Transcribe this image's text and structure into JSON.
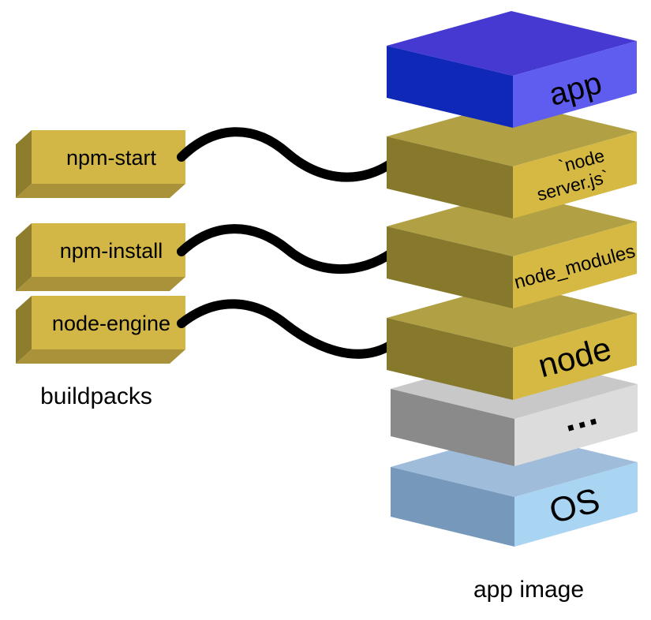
{
  "diagram": {
    "background": "#ffffff",
    "text_color": "#000000",
    "buildpacks": {
      "caption": "buildpacks",
      "colors": {
        "front": "#d2b747",
        "side": "#8f7d2e",
        "bottom": "#a9923a"
      },
      "items": [
        {
          "label": "npm-start"
        },
        {
          "label": "npm-install"
        },
        {
          "label": "node-engine"
        }
      ]
    },
    "connectors": {
      "color": "#000000",
      "links": [
        {
          "from": "npm-start",
          "to": "node server.js layer"
        },
        {
          "from": "npm-install",
          "to": "node_modules layer"
        },
        {
          "from": "node-engine",
          "to": "node layer"
        }
      ]
    },
    "app_image": {
      "caption": "app image",
      "layers": [
        {
          "id": "app",
          "label": "app",
          "colors": {
            "top": "#4539d2",
            "front": "#1028b8",
            "side": "#5f5cf0"
          }
        },
        {
          "id": "node-server",
          "label_lines": {
            "0": "`node",
            "1": "server.js`"
          },
          "colors": {
            "top": "#b1a144",
            "front": "#86792c",
            "side": "#d5b942"
          }
        },
        {
          "id": "node-modules",
          "label": "node_modules",
          "colors": {
            "top": "#b1a144",
            "front": "#86792c",
            "side": "#d5b942"
          }
        },
        {
          "id": "node",
          "label": "node",
          "colors": {
            "top": "#b1a144",
            "front": "#86792c",
            "side": "#d5b942"
          }
        },
        {
          "id": "more-layers",
          "label": "...",
          "colors": {
            "top": "#c8c8c8",
            "front": "#8a8a8a",
            "side": "#dcdcdc"
          }
        },
        {
          "id": "os",
          "label": "OS",
          "colors": {
            "top": "#9fbdda",
            "front": "#7598bb",
            "side": "#a9d4f2"
          }
        }
      ]
    }
  }
}
